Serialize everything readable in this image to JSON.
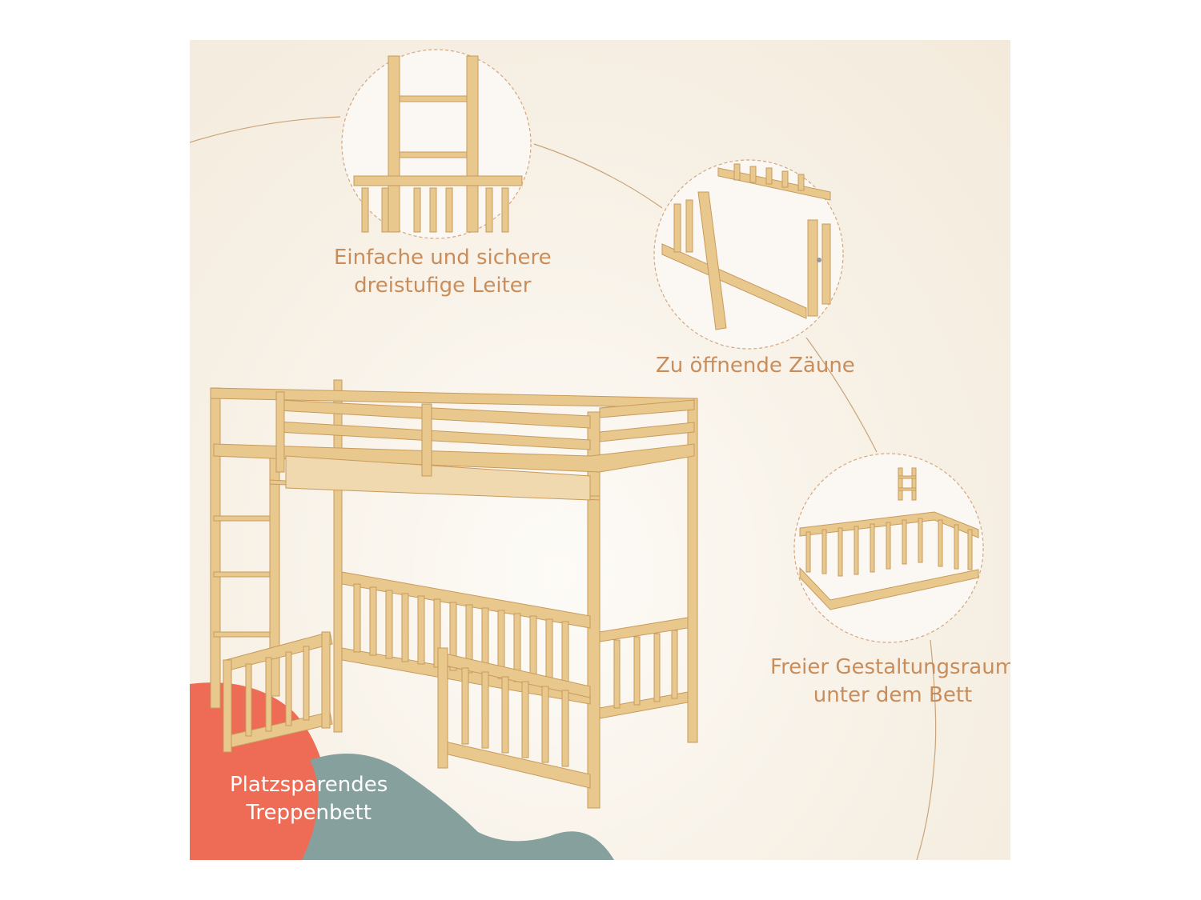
{
  "features": [
    {
      "line1": "Einfache und sichere",
      "line2": "dreistufige Leiter",
      "icon": "ladder-detail"
    },
    {
      "line1": "Zu öffnende Zäune",
      "icon": "opening-fence-detail"
    },
    {
      "line1": "Freier Gestaltungsraum",
      "line2": "unter dem Bett",
      "icon": "floor-bed-detail"
    }
  ],
  "badge": {
    "line1": "Platzsparendes",
    "line2": "Treppenbett"
  },
  "colors": {
    "text": "#c98d5c",
    "wood": "#e9c88e",
    "wood_edge": "#c89a5c",
    "coral": "#ee6c55",
    "teal": "#86a09d",
    "background": "#f8f2e8"
  }
}
